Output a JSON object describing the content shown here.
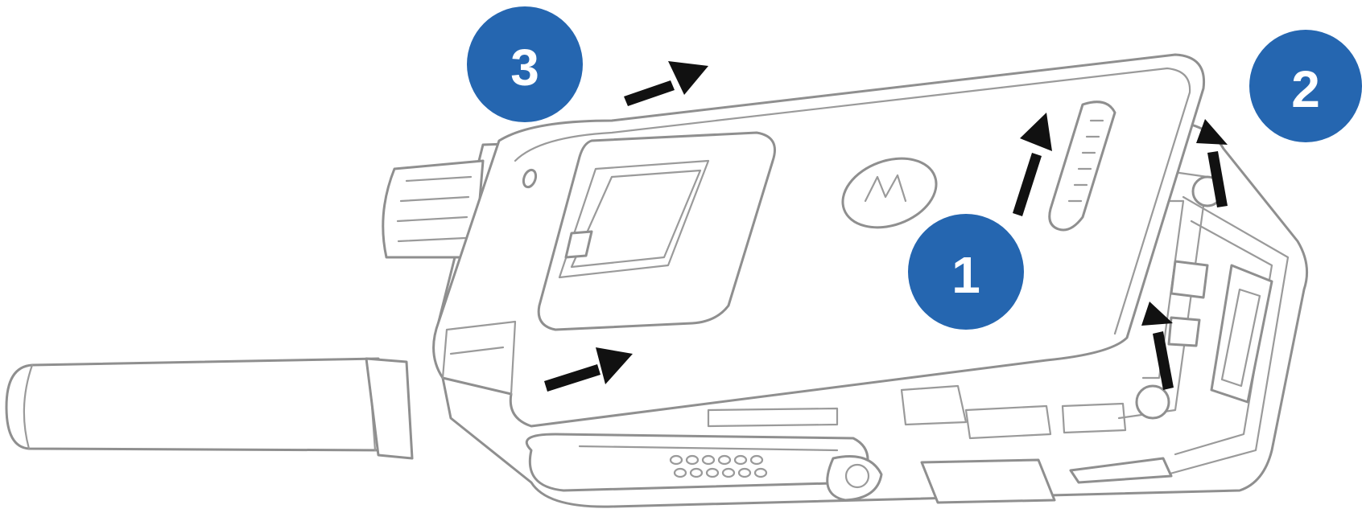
{
  "steps": [
    {
      "id": "1",
      "label": "1",
      "color": "#2566b0"
    },
    {
      "id": "2",
      "label": "2",
      "color": "#2566b0"
    },
    {
      "id": "3",
      "label": "3",
      "color": "#2566b0"
    }
  ],
  "colors": {
    "badge": "#2566b0",
    "arrow": "#111111",
    "outline": "#8f8f8f"
  },
  "illustration": "radio-battery-removal-icon"
}
